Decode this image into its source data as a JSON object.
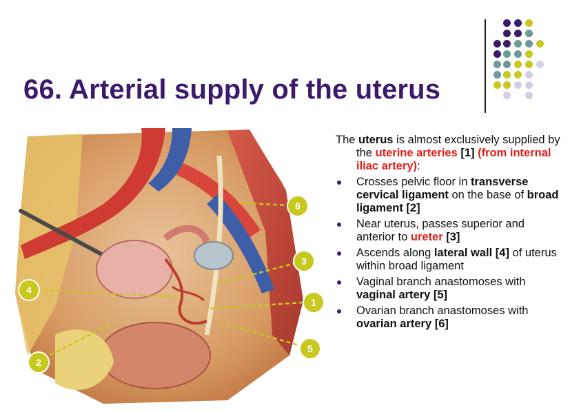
{
  "slide": {
    "title": "66. Arterial supply of the uterus"
  },
  "colors": {
    "title": "#3b1a6b",
    "accent_red": "#e0211b",
    "callout_fill": "#c8c81e",
    "dot_purple": "#3b1a6b",
    "dot_teal": "#6a9a9a",
    "dot_olive": "#c8c81e",
    "dot_lavender": "#d4d0e4"
  },
  "callouts": [
    "1",
    "2",
    "3",
    "4",
    "5",
    "6"
  ],
  "text": {
    "intro": {
      "t1": "The ",
      "b1": "uterus",
      "t2": " is almost exclusively supplied by the ",
      "r1": "uterine arteries",
      "b2": " [1] ",
      "r2": "(from internal iliac artery)",
      "t3": ":"
    },
    "bullets": [
      {
        "t1": "Crosses pelvic floor in ",
        "b1": "transverse cervical ligament",
        "t2": " on the base of ",
        "b2": "broad ligament [2]"
      },
      {
        "t1": "Near uterus, passes superior and anterior to ",
        "r1": "ureter",
        "b1": " [3]"
      },
      {
        "t1": "Ascends along ",
        "b1": "lateral wall [4]",
        "t2": " of uterus within broad ligament"
      },
      {
        "t1": "Vaginal branch anastomoses with ",
        "b1": "vaginal artery [5]"
      },
      {
        "t1": "Ovarian branch anastomoses with ",
        "b1": "ovarian artery [6]"
      }
    ]
  }
}
